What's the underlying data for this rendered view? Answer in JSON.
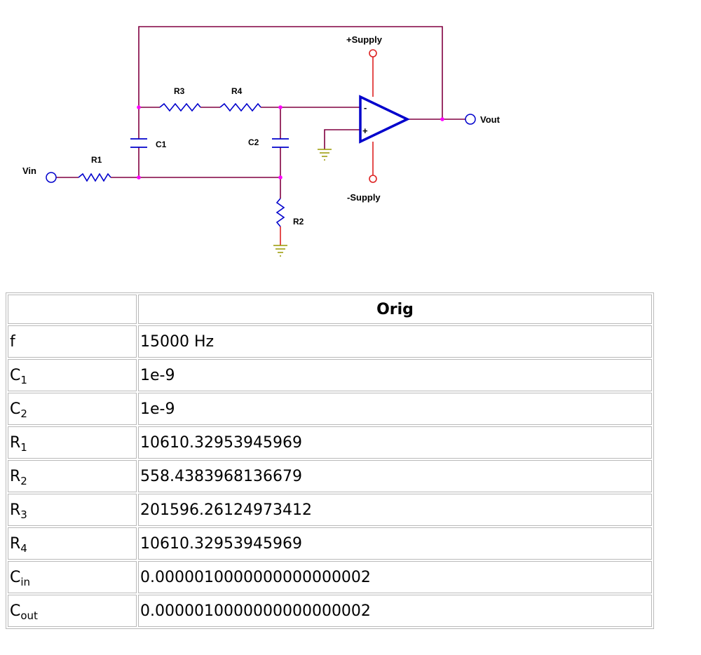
{
  "diagram": {
    "labels": {
      "vin": "Vin",
      "vout": "Vout",
      "pos_supply": "+Supply",
      "neg_supply": "-Supply",
      "r1": "R1",
      "r2": "R2",
      "r3": "R3",
      "r4": "R4",
      "c1": "C1",
      "c2": "C2",
      "inv_input": "-",
      "noninv_input": "+"
    },
    "colors": {
      "wire": "#800040",
      "component": "#0000cc",
      "supply": "#dd2222",
      "node": "#ff00ff",
      "ground": "#999900"
    }
  },
  "table": {
    "header": {
      "blank": "",
      "orig": "Orig"
    },
    "rows": [
      {
        "name": "f",
        "sub": "",
        "value": "15000 Hz"
      },
      {
        "name": "C",
        "sub": "1",
        "value": "1e-9"
      },
      {
        "name": "C",
        "sub": "2",
        "value": "1e-9"
      },
      {
        "name": "R",
        "sub": "1",
        "value": "10610.32953945969"
      },
      {
        "name": "R",
        "sub": "2",
        "value": "558.4383968136679"
      },
      {
        "name": "R",
        "sub": "3",
        "value": "201596.26124973412"
      },
      {
        "name": "R",
        "sub": "4",
        "value": "10610.32953945969"
      },
      {
        "name": "C",
        "sub": "in",
        "value": "0.0000010000000000000002"
      },
      {
        "name": "C",
        "sub": "out",
        "value": "0.0000010000000000000002"
      }
    ]
  }
}
